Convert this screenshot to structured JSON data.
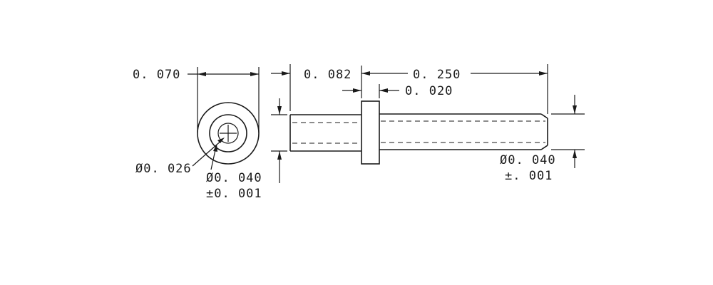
{
  "dimensions": {
    "end_view_width": "0. 070",
    "shoulder_offset": "0. 082",
    "overall_length": "0. 250",
    "flange_width": "0. 020",
    "bore_dia": "Ø0. 026",
    "end_pin_dia": "Ø0. 040",
    "end_pin_tol": "±0. 001",
    "tail_dia": "Ø0. 040",
    "tail_tol": "±. 001"
  }
}
